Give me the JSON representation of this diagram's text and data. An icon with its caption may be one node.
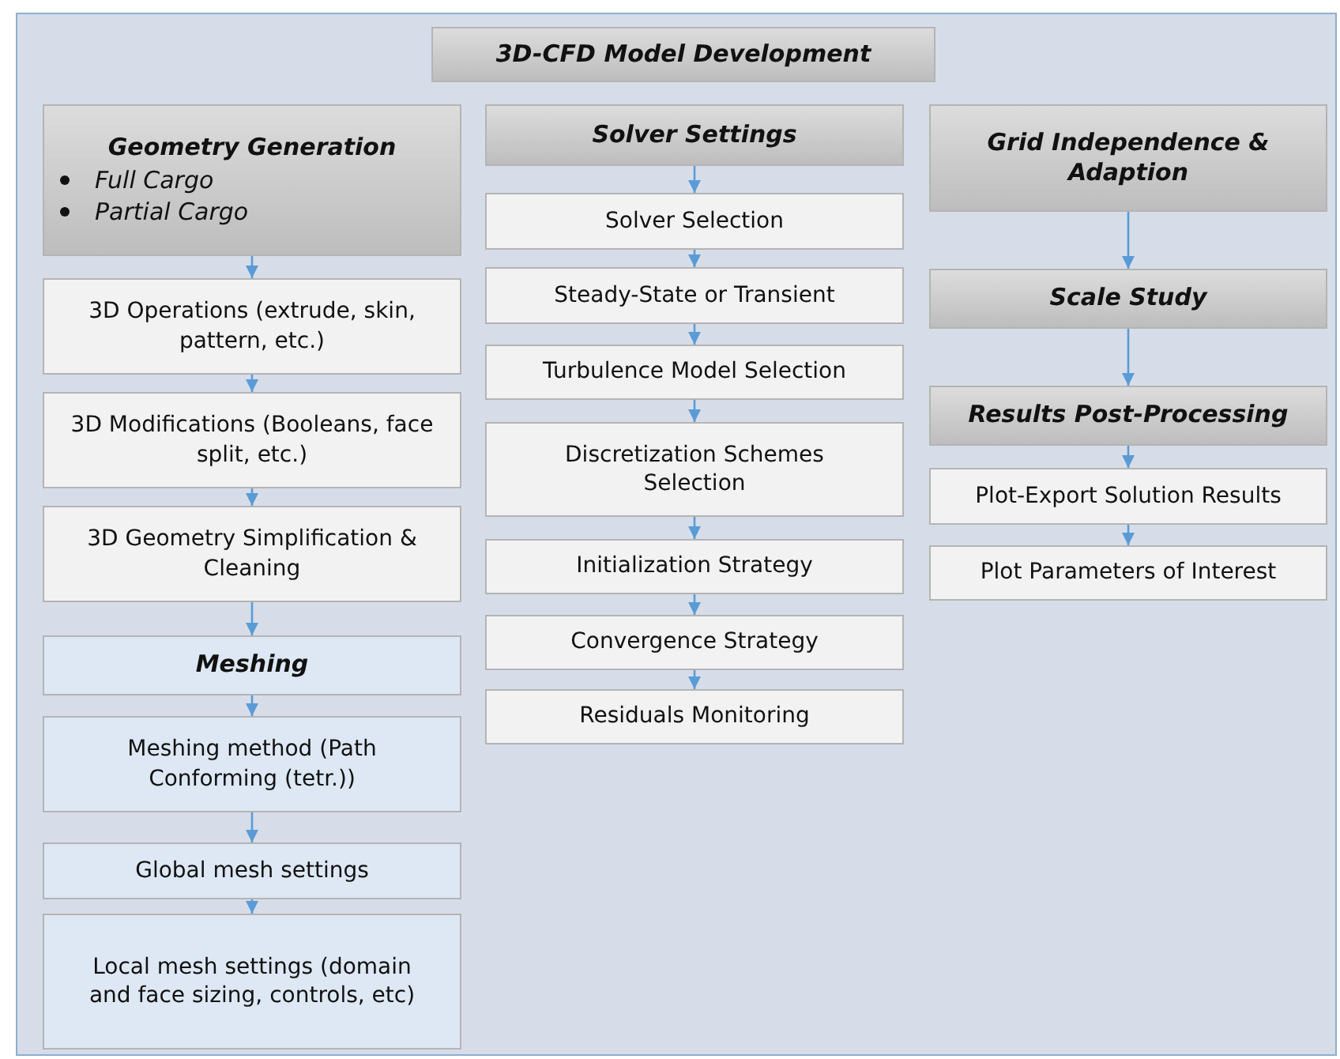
{
  "diagram": {
    "nodes": [
      {
        "text": [
          "3D-CFD Model Development"
        ]
      },
      {
        "text": [
          "Geometry Generation",
          "Full Cargo",
          "Partial Cargo"
        ]
      },
      {
        "text": [
          "3D Operations (extrude, skin, pattern, etc.)"
        ]
      },
      {
        "text": [
          "3D Modifications (Booleans, face split, etc.)"
        ]
      },
      {
        "text": [
          "3D Geometry Simplification & Cleaning"
        ]
      },
      {
        "text": [
          "Meshing"
        ]
      },
      {
        "text": [
          "Meshing method (Path Conforming (tetr.))"
        ]
      },
      {
        "text": [
          "Global mesh settings"
        ]
      },
      {
        "text": [
          "Local mesh settings (domain and face sizing, controls, etc)"
        ]
      },
      {
        "text": [
          "Solver Settings"
        ]
      },
      {
        "text": [
          "Solver Selection"
        ]
      },
      {
        "text": [
          "Steady-State or Transient"
        ]
      },
      {
        "text": [
          "Turbulence Model Selection"
        ]
      },
      {
        "text": [
          "Discretization Schemes Selection"
        ]
      },
      {
        "text": [
          "Initialization Strategy"
        ]
      },
      {
        "text": [
          "Convergence Strategy"
        ]
      },
      {
        "text": [
          "Residuals Monitoring"
        ]
      },
      {
        "text": [
          "Grid Independence & Adaption"
        ]
      },
      {
        "text": [
          "Scale Study"
        ]
      },
      {
        "text": [
          "Results Post-Processing"
        ]
      },
      {
        "text": [
          "Plot-Export Solution Results"
        ]
      },
      {
        "text": [
          "Plot Parameters of Interest"
        ]
      }
    ],
    "edges": [
      {
        "from": 1,
        "to": 2,
        "arrow": "to"
      },
      {
        "from": 2,
        "to": 3,
        "arrow": "to"
      },
      {
        "from": 3,
        "to": 4,
        "arrow": "to"
      },
      {
        "from": 4,
        "to": 5,
        "arrow": "to"
      },
      {
        "from": 5,
        "to": 6,
        "arrow": "to"
      },
      {
        "from": 6,
        "to": 7,
        "arrow": "to"
      },
      {
        "from": 7,
        "to": 8,
        "arrow": "to"
      },
      {
        "from": 9,
        "to": 10,
        "arrow": "to"
      },
      {
        "from": 10,
        "to": 11,
        "arrow": "to"
      },
      {
        "from": 11,
        "to": 12,
        "arrow": "to"
      },
      {
        "from": 12,
        "to": 13,
        "arrow": "to"
      },
      {
        "from": 13,
        "to": 14,
        "arrow": "to"
      },
      {
        "from": 14,
        "to": 15,
        "arrow": "to"
      },
      {
        "from": 15,
        "to": 16,
        "arrow": "to"
      },
      {
        "from": 17,
        "to": 18,
        "arrow": "to"
      },
      {
        "from": 18,
        "to": 19,
        "arrow": "to"
      },
      {
        "from": 19,
        "to": 20,
        "arrow": "to"
      },
      {
        "from": 20,
        "to": 21,
        "arrow": "to"
      }
    ]
  }
}
